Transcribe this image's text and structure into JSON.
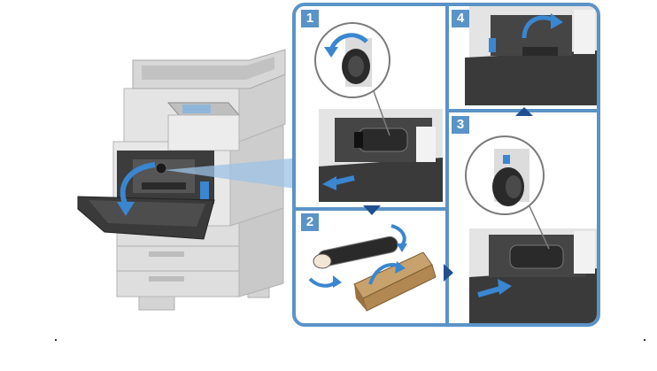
{
  "steps": [
    {
      "number": "1"
    },
    {
      "number": "2"
    },
    {
      "number": "3"
    },
    {
      "number": "4"
    }
  ],
  "colors": {
    "frame": "#5a93c8",
    "arrow": "#3a86d0",
    "arrow_dark": "#1f4f8f",
    "machine_light": "#e6e6e6",
    "machine_mid": "#c8c8c8",
    "machine_dark": "#3c3c3c",
    "cardboard": "#c7a26d"
  },
  "icons": {
    "toner_cartridge": "toner-cartridge-icon",
    "rotate_arrow": "rotate-arrow-icon",
    "pull_arrow": "pull-arrow-icon",
    "push_arrow": "push-arrow-icon",
    "shake_arrow": "shake-arrow-icon",
    "flow_arrow": "flow-arrow-icon"
  }
}
